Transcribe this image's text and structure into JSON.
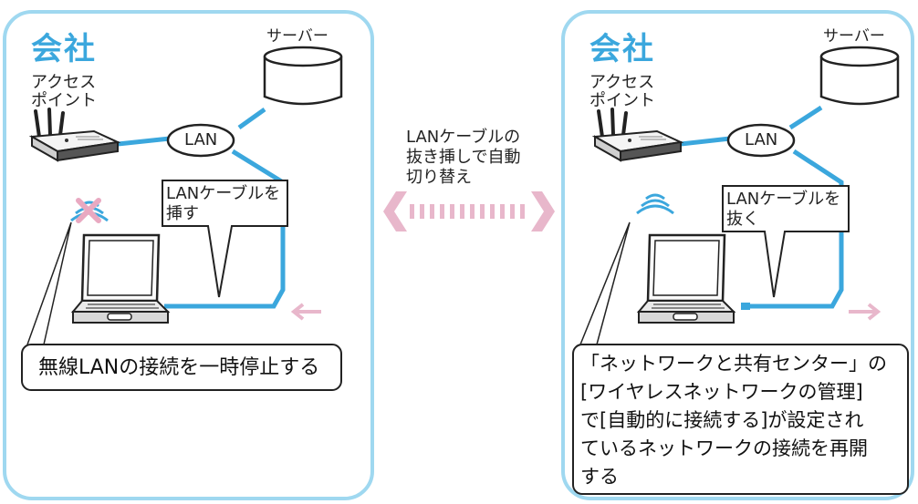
{
  "left_panel": {
    "title": "会社",
    "server_label": "サーバー",
    "ap_label_line1": "アクセス",
    "ap_label_line2": "ポイント",
    "lan_label": "LAN",
    "bubble_line1": "LANケーブルを",
    "bubble_line2": "挿す",
    "callout": "無線LANの接続を一時停止する"
  },
  "middle": {
    "line1": "LANケーブルの",
    "line2": "抜き挿しで自動",
    "line3": "切り替え"
  },
  "right_panel": {
    "title": "会社",
    "server_label": "サーバー",
    "ap_label_line1": "アクセス",
    "ap_label_line2": "ポイント",
    "lan_label": "LAN",
    "bubble_line1": "LANケーブルを",
    "bubble_line2": "抜く",
    "callout_lines": [
      "「ネットワークと共有センター」の",
      "[ワイヤレスネットワークの管理]",
      "で[自動的に接続する]が設定され",
      "ているネットワークの接続を再開",
      "する"
    ]
  },
  "colors": {
    "panel_border": "#9fd8f0",
    "cable": "#3ba7dd",
    "title": "#3ba7dd",
    "arrow": "#e8b7cb",
    "x_mark": "#e9a9c1"
  }
}
